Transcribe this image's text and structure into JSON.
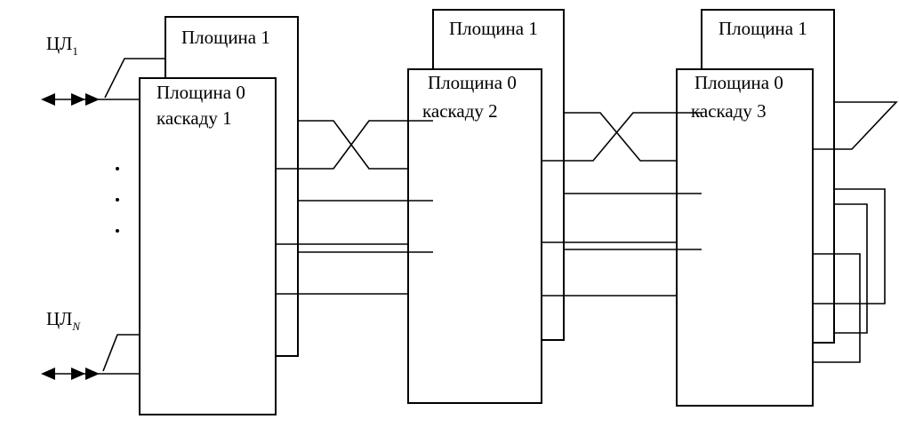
{
  "labels": {
    "plane1": "Площина 1",
    "plane0": "Площина 0",
    "stage1": "каскаду 1",
    "stage2": "каскаду 2",
    "stage3": "каскаду 3",
    "line_first_prefix": "ЦЛ",
    "line_first_sub": "1",
    "line_last_prefix": "ЦЛ",
    "line_last_sub": "N"
  }
}
